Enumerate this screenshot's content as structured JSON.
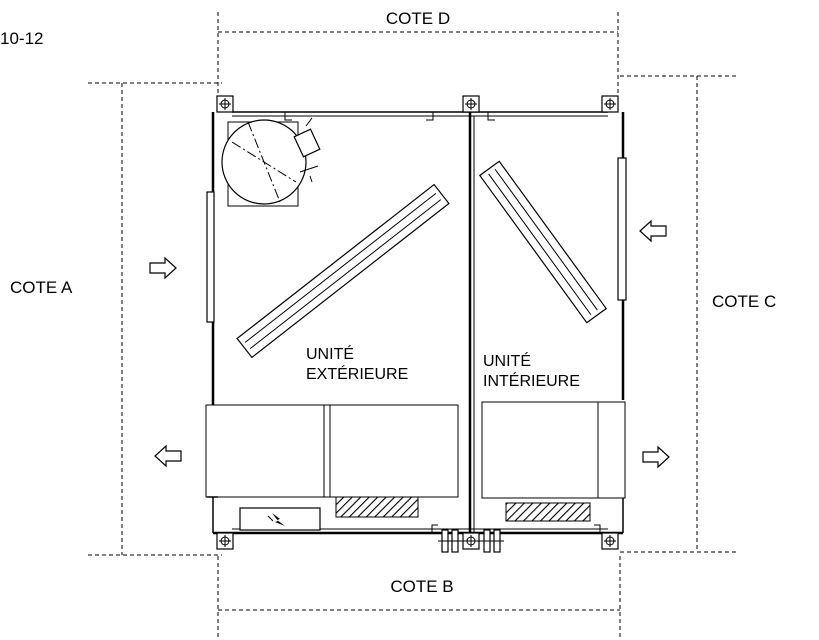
{
  "figure_ref": "10-12",
  "dimensions": {
    "a": "COTE A",
    "b": "COTE B",
    "c": "COTE C",
    "d": "COTE D"
  },
  "units": {
    "outdoor_line1": "UNITÉ",
    "outdoor_line2": "EXTÉRIEURE",
    "indoor_line1": "UNITÉ",
    "indoor_line2": "INTÉRIEURE"
  },
  "icons": {
    "electric": "lightning-icon",
    "airflow": "hollow-arrow-icon"
  },
  "colors": {
    "line": "#000000",
    "background": "#ffffff"
  }
}
